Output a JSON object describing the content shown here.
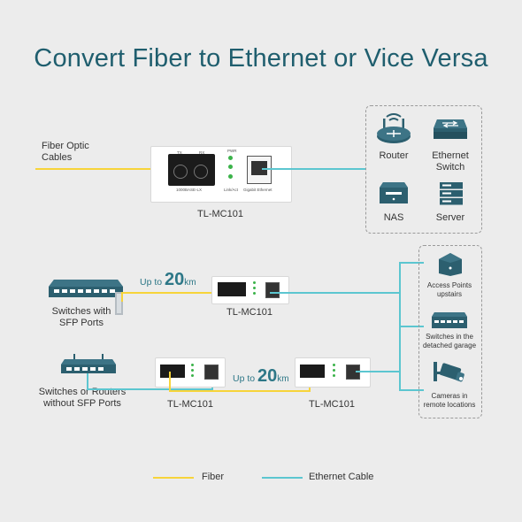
{
  "title": "Convert Fiber to Ethernet or Vice Versa",
  "top_section": {
    "fiber_label": "Fiber Optic\nCables",
    "device_name": "TL-MC101",
    "panel": {
      "tx": "TX",
      "rx": "RX",
      "pwr": "PWR",
      "port_label": "1000BASE-LX",
      "link_act": "Link/Act",
      "gigabit": "Gigabit Ethernet"
    },
    "targets": [
      {
        "name": "Router",
        "icon": "router-icon"
      },
      {
        "name": "Ethernet\nSwitch",
        "icon": "ethernet-switch-icon"
      },
      {
        "name": "NAS",
        "icon": "nas-icon"
      },
      {
        "name": "Server",
        "icon": "server-icon"
      }
    ]
  },
  "middle_section": {
    "source_label": "Switches with\nSFP Ports",
    "distance": {
      "prefix": "Up to",
      "value": "20",
      "unit": "km"
    },
    "device_name": "TL-MC101"
  },
  "bottom_section": {
    "source_label": "Switches or Routers\nwithout SFP Ports",
    "distance": {
      "prefix": "Up to",
      "value": "20",
      "unit": "km"
    },
    "device_left": "TL-MC101",
    "device_right": "TL-MC101"
  },
  "right_targets": [
    {
      "name": "Access Points\nupstairs",
      "icon": "access-point-icon"
    },
    {
      "name": "Switches in the\ndetached garage",
      "icon": "switch-icon"
    },
    {
      "name": "Cameras in\nremote locations",
      "icon": "camera-icon"
    }
  ],
  "legend": [
    {
      "name": "Fiber",
      "color": "#f7d43a"
    },
    {
      "name": "Ethernet Cable",
      "color": "#5cc6d0"
    }
  ],
  "colors": {
    "title": "#1f5e6e",
    "fiber": "#f7d43a",
    "ethernet": "#5cc6d0",
    "icon": "#2c5f6f"
  }
}
